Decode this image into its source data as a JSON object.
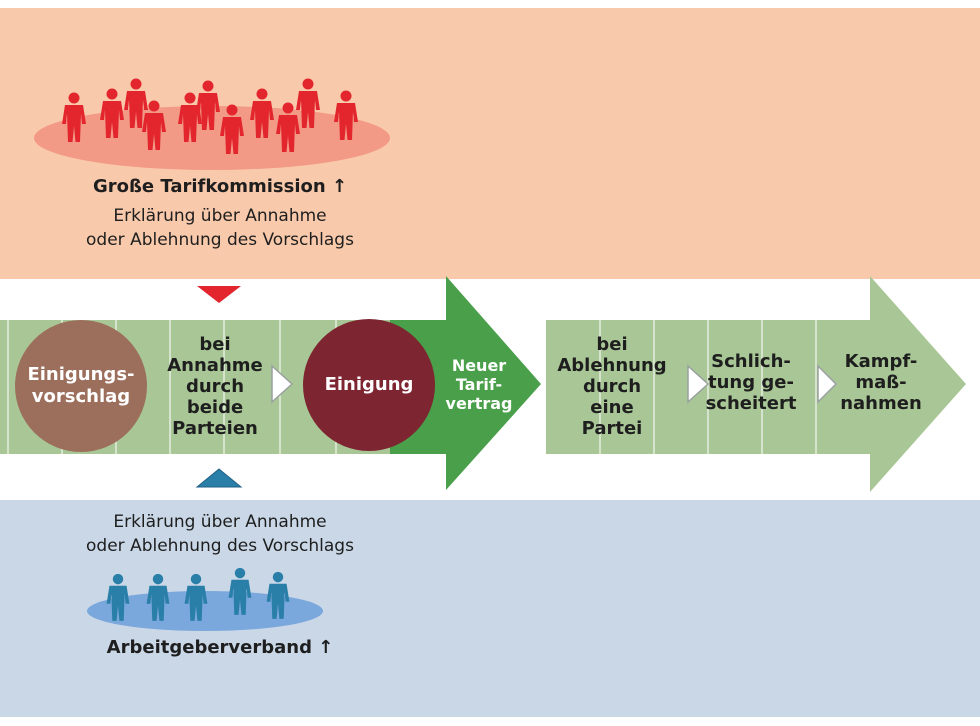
{
  "top": {
    "title": "Große Tarifkommission ↑",
    "desc_line1": "Erklärung über Annahme",
    "desc_line2": "oder Ablehnung des Vorschlags",
    "group_color": "#e3262e",
    "band_color": "#f9c9ab",
    "ellipse_color": "#f29a86",
    "figure_icon": "person-icon"
  },
  "bottom": {
    "title": "Arbeitgeberverband ↑",
    "desc_line1": "Erklärung über Annahme",
    "desc_line2": "oder Ablehnung des Vorschlags",
    "group_color": "#2a7fa8",
    "band_color": "#c9d7e7",
    "ellipse_color": "#7aa7dc",
    "figure_icon": "person-icon"
  },
  "flow": {
    "einigungsvorschlag": "Einigungs-\nvorschlag",
    "annahme": "bei\nAnnahme\ndurch\nbeide\nParteien",
    "einigung": "Einigung",
    "neuer_tarifvertrag": "Neuer\nTarif-\nvertrag",
    "ablehnung": "bei\nAblehnung\ndurch\neine\nPartei",
    "schlichtung": "Schlich-\ntung ge-\nscheitert",
    "kampfmassnahmen": "Kampf-\nmaß-\nnahmen",
    "colors": {
      "light_green": "#a9c796",
      "dark_green": "#4aa04a",
      "circle_brown": "#9c6f5c",
      "circle_red": "#7d2530",
      "marker_red": "#e3262e",
      "marker_blue": "#2a7fa8"
    }
  }
}
